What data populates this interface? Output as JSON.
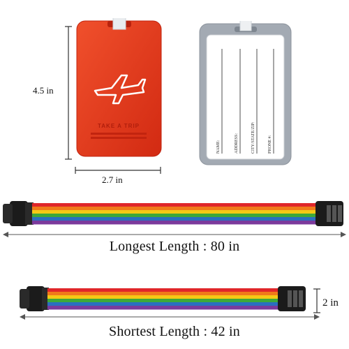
{
  "dimensions": {
    "height_label": "4.5 in",
    "width_label": "2.7 in",
    "strap_width_label": "2 in"
  },
  "red_tag": {
    "embossed_text": "TAKE A TRIP",
    "color": "#e8391c",
    "icon": "airplane-icon"
  },
  "grey_tag": {
    "fields": [
      "NAME:",
      "ADDRESS:",
      "CITY/STATE/ZIP:",
      "PHONE #:"
    ],
    "frame_color": "#9aa1ab"
  },
  "straps": {
    "longest_label": "Longest Length : 80 in",
    "shortest_label": "Shortest Length : 42 in",
    "rainbow_colors": [
      "#e0262a",
      "#f07a1a",
      "#f5c915",
      "#3da83a",
      "#2a6fc0",
      "#7b3a9c"
    ]
  }
}
